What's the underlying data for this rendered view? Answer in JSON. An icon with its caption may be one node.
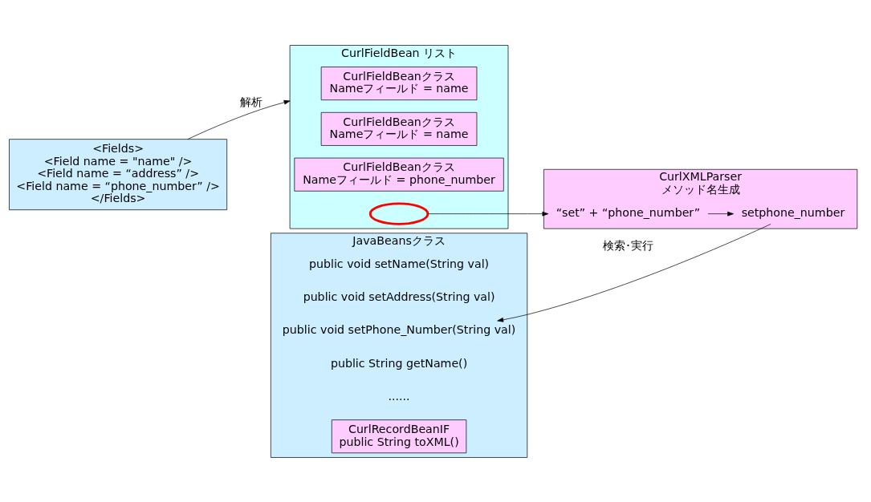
{
  "diagram": {
    "nodes": [
      {
        "text": [
          "<Fields>",
          "<Field name = \"name\" />",
          "<Field name = “address” />",
          "<Field name = “phone_number” />",
          "</Fields>"
        ]
      },
      {
        "text": [
          "CurlFieldBean リスト"
        ]
      },
      {
        "text": [
          "CurlFieldBeanクラス",
          "Nameフィールド = name"
        ],
        "in": 1
      },
      {
        "text": [
          "CurlFieldBeanクラス",
          "Nameフィールド = name"
        ],
        "in": 1
      },
      {
        "text": [
          "CurlFieldBeanクラス",
          "Nameフィールド = phone_number"
        ],
        "in": 1
      },
      {
        "text": [],
        "shape": "ellipse",
        "in": 1
      },
      {
        "text": [
          "JavaBeansクラス"
        ]
      },
      {
        "text": [
          "public void setName(String val)"
        ],
        "in": 6
      },
      {
        "text": [
          "public void setAddress(String val)"
        ],
        "in": 6
      },
      {
        "text": [
          "public void setPhone_Number(String val)"
        ],
        "in": 6
      },
      {
        "text": [
          "public String getName()"
        ],
        "in": 6
      },
      {
        "text": [
          "......"
        ],
        "in": 6
      },
      {
        "text": [
          "CurlRecordBeanIF",
          "public String toXML()"
        ],
        "in": 6
      },
      {
        "text": [
          "CurlXMLParser",
          "メソッド名生成"
        ]
      },
      {
        "text": [
          "“set” + “phone_number”"
        ],
        "in": 13
      },
      {
        "text": [
          "setphone_number"
        ],
        "in": 13
      }
    ],
    "edges": [
      {
        "from": 0,
        "to": 1,
        "arrow": "to",
        "label": "解析"
      },
      {
        "from": 5,
        "to": 14,
        "arrow": "to"
      },
      {
        "from": 14,
        "to": 15,
        "arrow": "to"
      },
      {
        "from": 15,
        "to": 9,
        "arrow": "to",
        "label": "検索･実行"
      }
    ]
  }
}
